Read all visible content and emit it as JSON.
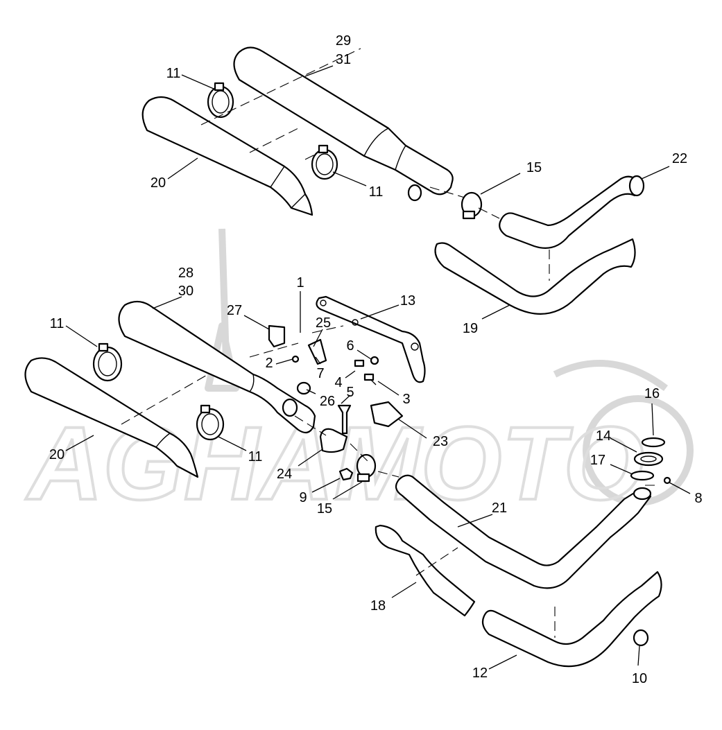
{
  "watermark": "AGHAMOTO",
  "callouts": {
    "c1": "1",
    "c2": "2",
    "c3": "3",
    "c4": "4",
    "c5": "5",
    "c6": "6",
    "c7": "7",
    "c8": "8",
    "c9": "9",
    "c10": "10",
    "c11a": "11",
    "c11b": "11",
    "c11c": "11",
    "c11d": "11",
    "c12": "12",
    "c13": "13",
    "c14": "14",
    "c15a": "15",
    "c15b": "15",
    "c16": "16",
    "c17": "17",
    "c18": "18",
    "c19": "19",
    "c20a": "20",
    "c20b": "20",
    "c21": "21",
    "c22": "22",
    "c23": "23",
    "c24": "24",
    "c25": "25",
    "c26": "26",
    "c27": "27",
    "c28": "28",
    "c29": "29",
    "c30": "30",
    "c31": "31"
  }
}
